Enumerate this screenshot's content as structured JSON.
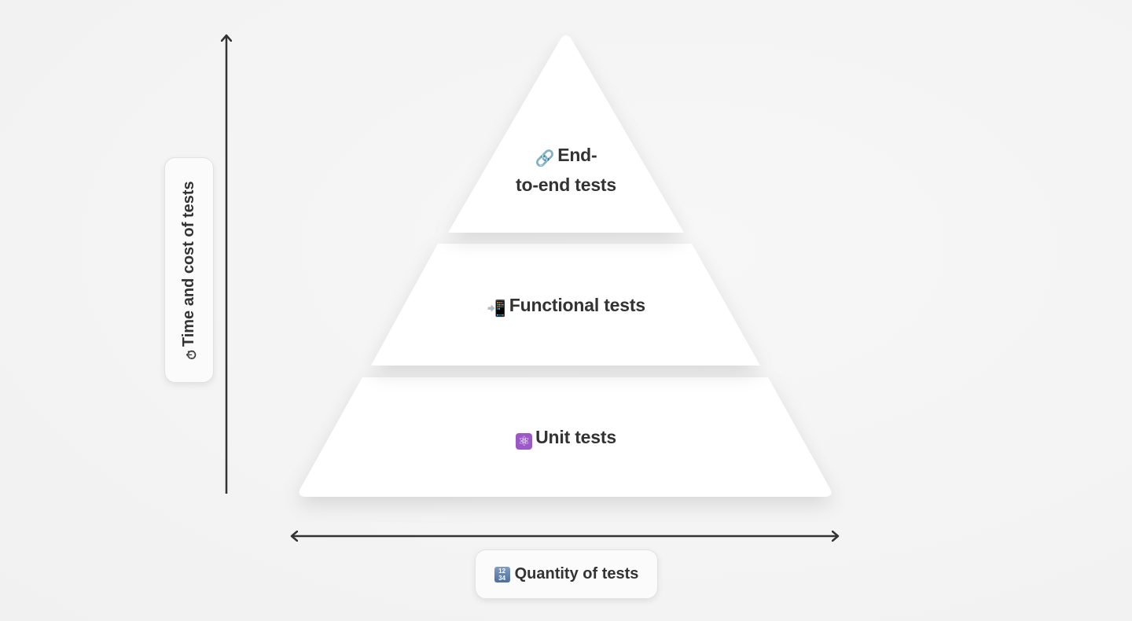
{
  "tiers": [
    {
      "icon": "link-icon",
      "icon_glyph": "🔗",
      "label_line1": "End-",
      "label_line2": "to-end tests"
    },
    {
      "icon": "mobile-arrow-icon",
      "icon_glyph": "📲",
      "label": "Functional tests"
    },
    {
      "icon": "atom-icon",
      "icon_glyph": "⚛",
      "label": "Unit tests"
    }
  ],
  "axes": {
    "vertical": {
      "icon": "stopwatch-icon",
      "icon_glyph": "⏱",
      "label": "Time and cost of tests"
    },
    "horizontal": {
      "icon": "numbers-icon",
      "icon_glyph": "1234",
      "label": "Quantity of tests"
    }
  },
  "colors": {
    "tier_fill": "#ffffff",
    "arrow": "#333333",
    "background": "#f3f3f3"
  }
}
